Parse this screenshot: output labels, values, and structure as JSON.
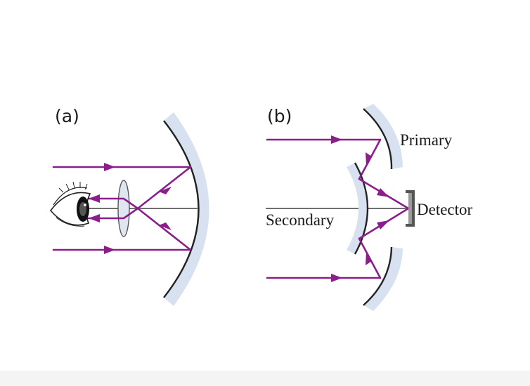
{
  "panels": {
    "a": {
      "label": "(a)"
    },
    "b": {
      "label": "(b)",
      "primary_label": "Primary",
      "secondary_label": "Secondary",
      "detector_label": "Detector"
    }
  },
  "colors": {
    "ray": "#8b1e8b",
    "mirror_glass": "#d7e1f0",
    "axis": "#6f6f6f"
  },
  "icons": [
    "eye-icon",
    "lens-icon",
    "detector-icon"
  ]
}
